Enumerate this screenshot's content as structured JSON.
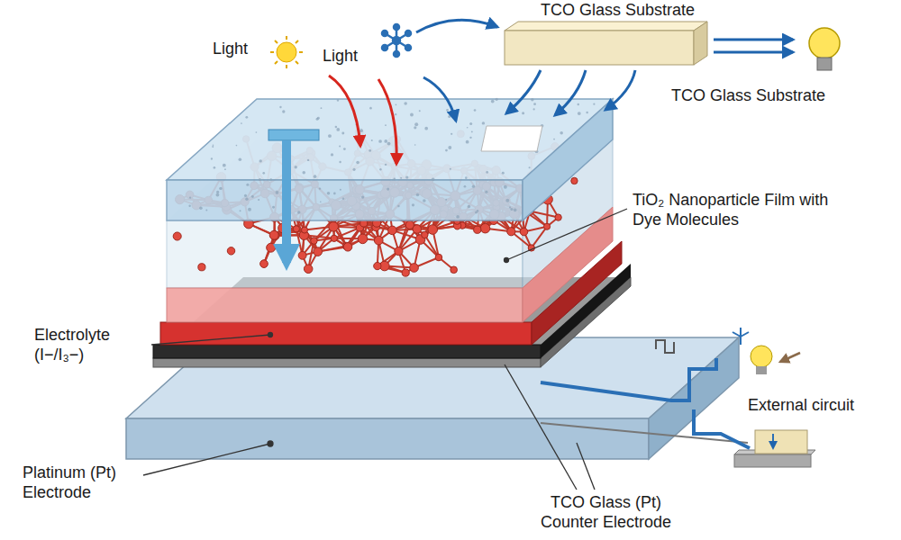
{
  "diagram": {
    "labels": [
      "TCO Glass Substrate",
      "Light",
      "Light",
      "TCO Glass Substrate",
      "TiO₂ Nanoparticle Film with Dye Molecules",
      "Electrolyte (I−/I₃−)",
      "External circuit",
      "Platinum (Pt) Electrode",
      "TCO Glass (Pt) Counter Electrode"
    ]
  }
}
